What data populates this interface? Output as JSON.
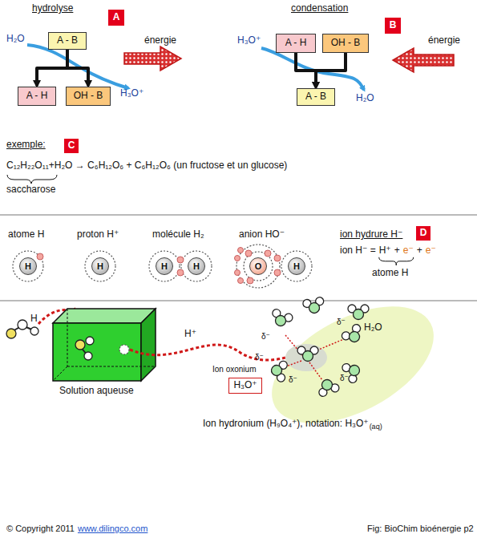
{
  "diagram": {
    "nodes": [
      {
        "text": [
          "A - B"
        ]
      },
      {
        "text": [
          "A - H"
        ]
      },
      {
        "text": [
          "OH - B"
        ]
      },
      {
        "text": [
          "A"
        ]
      },
      {
        "text": [
          "A - H"
        ]
      },
      {
        "text": [
          "OH - B"
        ]
      },
      {
        "text": [
          "A - B"
        ]
      },
      {
        "text": [
          "B"
        ]
      },
      {
        "text": [
          "C"
        ]
      },
      {
        "text": [
          "D"
        ]
      },
      {
        "text": [
          "H"
        ]
      },
      {
        "text": [
          "H"
        ]
      },
      {
        "text": [
          "H"
        ]
      },
      {
        "text": [
          "H"
        ]
      },
      {
        "text": [
          "O"
        ]
      },
      {
        "text": [
          "H"
        ]
      },
      {
        "text": [
          "H₃O⁺"
        ]
      }
    ],
    "edges": [
      {
        "from": 0,
        "to": 1,
        "arrow": "to"
      },
      {
        "from": 0,
        "to": 2,
        "arrow": "to"
      },
      {
        "from": 4,
        "to": 6,
        "arrow": "to"
      },
      {
        "from": 5,
        "to": 6,
        "arrow": "to"
      }
    ],
    "labels": [
      "hydrolyse",
      "H₂O",
      "énergie",
      "H₃O⁺",
      "condensation",
      "H₃O⁺",
      "énergie",
      "H₂O",
      "exemple:",
      "C₁₂H₂₂O₁₁+H₂O → C₆H₁₂O₆ + C₆H₁₂O₆ (un fructose et un glucose)",
      "saccharose",
      "atome H",
      "proton H⁺",
      "molécule H₂",
      "anion HO⁻",
      "ion hydrure H⁻",
      "ion H⁻ =",
      "H⁺",
      "+",
      "e⁻",
      "+",
      "e⁻",
      "atome H",
      "H",
      "Solution aqueuse",
      "H⁺",
      "Ion oxonium",
      "δ⁻",
      "δ⁻",
      "δ⁻",
      "δ⁻",
      "δ⁻",
      "H₂O",
      "Ion hydronium (H₉O₄⁺), notation: H₃O⁺",
      "(aq)",
      "© Copyright 2011",
      "www.dilingco.com",
      "Fig: BioChim bioénergie p2"
    ]
  }
}
